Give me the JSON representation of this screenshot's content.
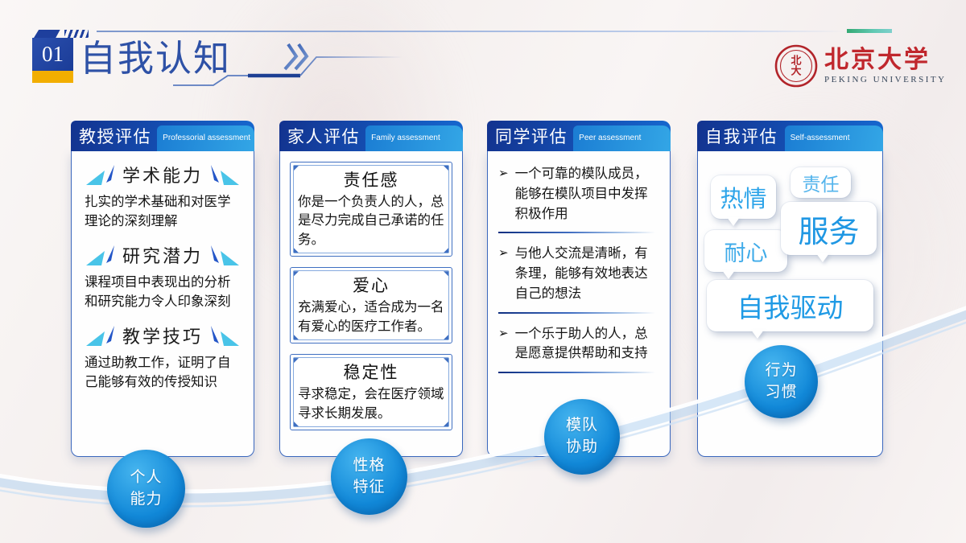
{
  "header": {
    "number": "01",
    "title": "自我认知",
    "logo": {
      "cn": "北京大学",
      "en": "PEKING UNIVERSITY",
      "seal_line1": "北",
      "seal_line2": "大"
    }
  },
  "cards": {
    "professor": {
      "title": "教授评估",
      "subtitle": "Professorial assessment",
      "items": [
        {
          "heading": "学术能力",
          "body": "扎实的学术基础和对医学理论的深刻理解"
        },
        {
          "heading": "研究潜力",
          "body": "课程项目中表现出的分析和研究能力令人印象深刻"
        },
        {
          "heading": "教学技巧",
          "body": "通过助教工作，证明了自己能够有效的传授知识"
        }
      ]
    },
    "family": {
      "title": "家人评估",
      "subtitle": "Family assessment",
      "boxes": [
        {
          "heading": "责任感",
          "body": "你是一个负责人的人，总是尽力完成自己承诺的任务。"
        },
        {
          "heading": "爱心",
          "body": "充满爱心，适合成为一名有爱心的医疗工作者。"
        },
        {
          "heading": "稳定性",
          "body": "寻求稳定，会在医疗领域寻求长期发展。"
        }
      ]
    },
    "peer": {
      "title": "同学评估",
      "subtitle": "Peer assessment",
      "marker": "➢",
      "bullets": [
        "一个可靠的模队成员，能够在模队项目中发挥积极作用",
        "与他人交流是清晰，有条理，能够有效地表达自己的想法",
        "一个乐于助人的人，总是愿意提供帮助和支持"
      ]
    },
    "self": {
      "title": "自我评估",
      "subtitle": "Self-assessment",
      "tags": [
        "热情",
        "责任",
        "服务",
        "耐心",
        "自我驱动"
      ]
    }
  },
  "circle_badges": [
    "个人\n能力",
    "性格\n特征",
    "模队\n协助",
    "行为\n习惯"
  ],
  "colors": {
    "primary_blue": "#13338f",
    "tab_blue": "#33a6e6",
    "accent_yellow": "#f2ae00",
    "circle_blue": "#1188d8",
    "brand_red": "#c0272d",
    "title_blue": "#2e51a6"
  }
}
